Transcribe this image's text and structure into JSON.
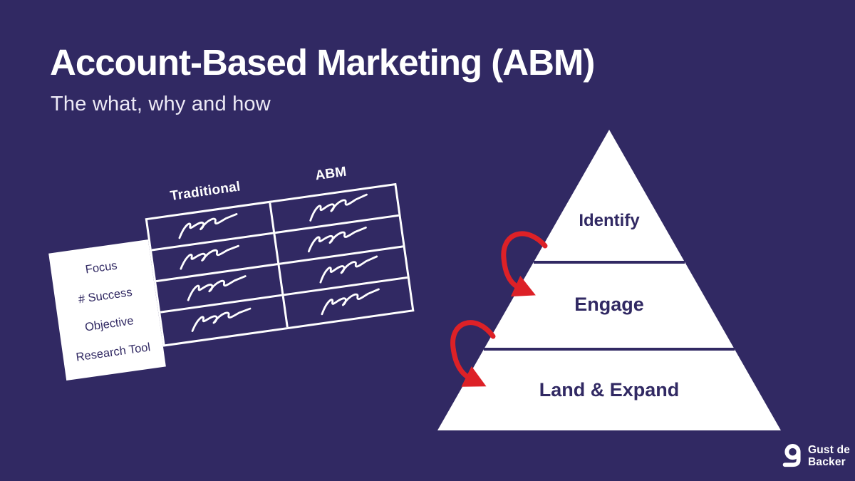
{
  "slide": {
    "title": "Account-Based Marketing (ABM)",
    "subtitle": "The what, why and how"
  },
  "comparison_table": {
    "columns": [
      "Traditional",
      "ABM"
    ],
    "row_labels": [
      "Focus",
      "# Success",
      "Objective",
      "Research Tool"
    ]
  },
  "pyramid": {
    "levels": [
      "Identify",
      "Engage",
      "Land & Expand"
    ]
  },
  "logo": {
    "line1": "Gust de",
    "line2": "Backer"
  },
  "colors": {
    "background": "#312963",
    "navy_text": "#312963",
    "white": "#FFFFFF",
    "arrow_red": "#DD2127"
  }
}
